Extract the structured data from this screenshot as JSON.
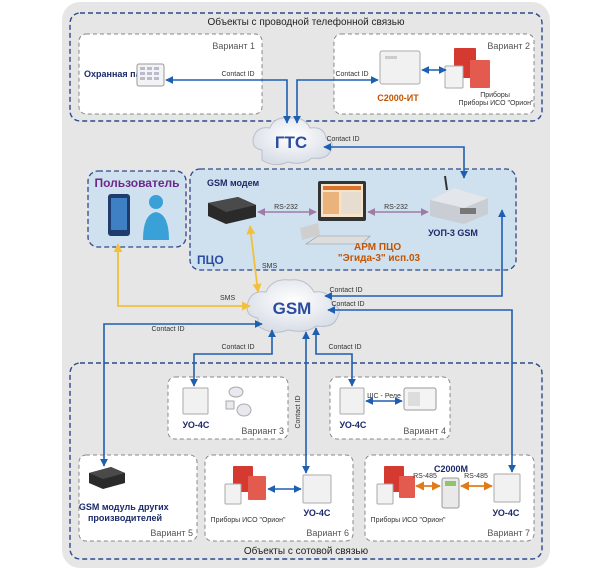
{
  "colors": {
    "outer_bg": "#e6e6e6",
    "pco_bg": "#cfe0ee",
    "dashed_blue": "#2d4a8a",
    "dashed_grey": "#888888",
    "link_blue": "#1f5fb0",
    "link_sms": "#f2c03a",
    "link_rs": "#a07aa6",
    "link_orange": "#e07b1a",
    "user_title": "#6b2a8a"
  },
  "groups": {
    "wired_title": "Объекты с проводной телефонной связью",
    "cellular_title": "Объекты с сотовой связью",
    "pco_title": "ПЦО",
    "user_title": "Пользователь"
  },
  "clouds": {
    "gts": "ГТС",
    "gsm": "GSM"
  },
  "variants": {
    "v1": "Вариант 1",
    "v2": "Вариант 2",
    "v3": "Вариант 3",
    "v4": "Вариант 4",
    "v5": "Вариант 5",
    "v6": "Вариант 6",
    "v7": "Вариант 7"
  },
  "devices": {
    "security_panel": "Охранная панель",
    "s2000_it": "С2000-ИТ",
    "orion_devices_v2": "Приборы ИСО \"Орион\"",
    "gsm_modem": "GSM модем",
    "arm_pco_line1": "АРМ ПЦО",
    "arm_pco_line2": "\"Эгида-3\" исп.03",
    "uop3": "УОП-3 GSM",
    "uo4s_v3": "УО-4С",
    "uo4s_v4": "УО-4С",
    "gsm_other_line1": "GSM модуль других",
    "gsm_other_line2": "производителей",
    "orion_devices_v6": "Приборы ИСО \"Орион\"",
    "uo4s_v6": "УО-4С",
    "s2000m": "С2000М",
    "orion_devices_v7": "Приборы ИСО \"Орион\"",
    "uo4s_v7": "УО-4С"
  },
  "links": {
    "contact_id": "Contact ID",
    "sms": "SMS",
    "rs232": "RS-232",
    "rs485": "RS-485",
    "shs_relay": "ШС - Реле"
  }
}
